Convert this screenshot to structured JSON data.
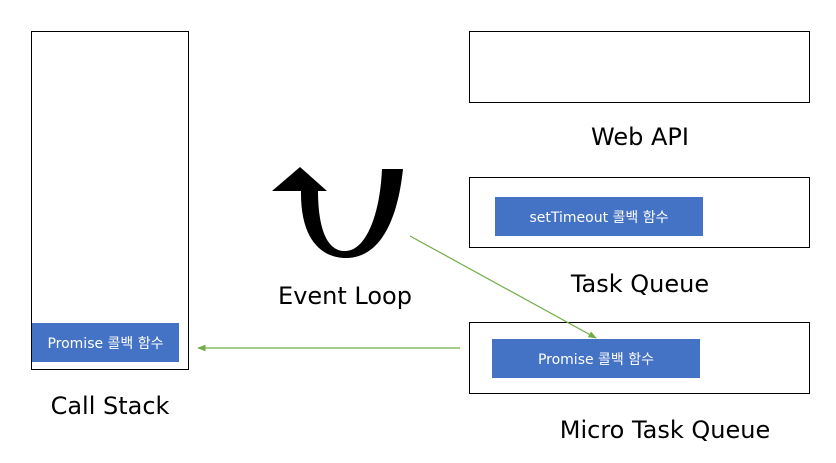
{
  "colors": {
    "chip_fill": "#4472c4",
    "arrow_green": "#70ad47",
    "outline": "#000000"
  },
  "call_stack": {
    "label": "Call Stack",
    "chip": "Promise 콜백 함수"
  },
  "event_loop": {
    "label": "Event Loop",
    "icon": "u-turn-arrow-icon"
  },
  "web_api": {
    "label": "Web API"
  },
  "task_queue": {
    "label": "Task Queue",
    "chip": "setTimeout 콜백 함수"
  },
  "micro_task_queue": {
    "label": "Micro Task Queue",
    "chip": "Promise 콜백 함수"
  }
}
